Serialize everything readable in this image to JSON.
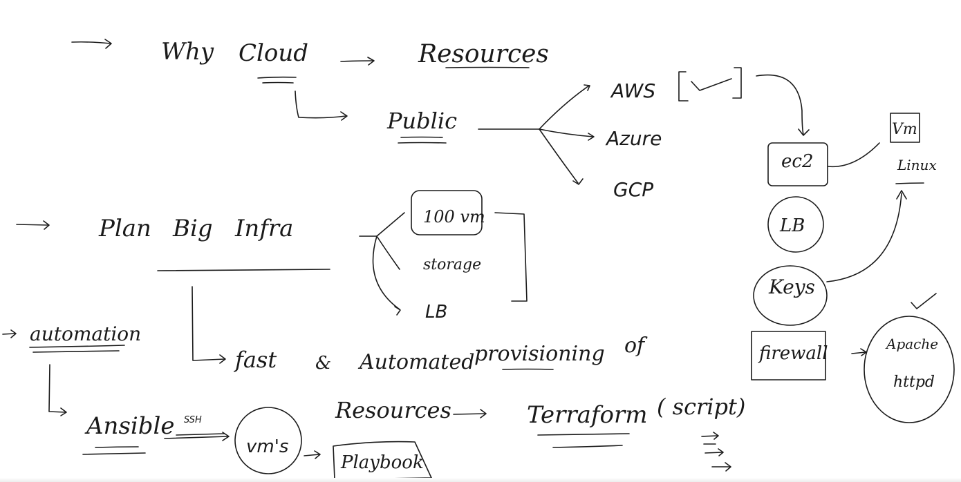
{
  "notes": {
    "why_cloud": {
      "why": "Why",
      "cloud": "Cloud"
    },
    "resources_top": "Resources",
    "public": "Public",
    "providers": {
      "aws": "AWS",
      "azure": "Azure",
      "gcp": "GCP"
    },
    "ec2": "ec2",
    "vm": "Vm",
    "linux": "Linux",
    "lb_circle": "LB",
    "keys": "Keys",
    "firewall": "firewall",
    "apache": {
      "line1": "Apache",
      "line2": "httpd"
    },
    "plan_big_infra": {
      "plan": "Plan",
      "big": "Big",
      "infra": "Infra"
    },
    "infra_items": {
      "vm": "100 vm",
      "storage": "storage",
      "lb": "LB"
    },
    "fast_automated": {
      "fast": "fast",
      "and": "&",
      "automated": "Automated",
      "provisioning": "provisioning",
      "of": "of"
    },
    "automation": "automation",
    "ansible": "Ansible",
    "ssh": "SSH",
    "vms": "vm's",
    "playbook": "Playbook",
    "resources_bottom": "Resources",
    "terraform": "Terraform",
    "script": "( script)"
  }
}
